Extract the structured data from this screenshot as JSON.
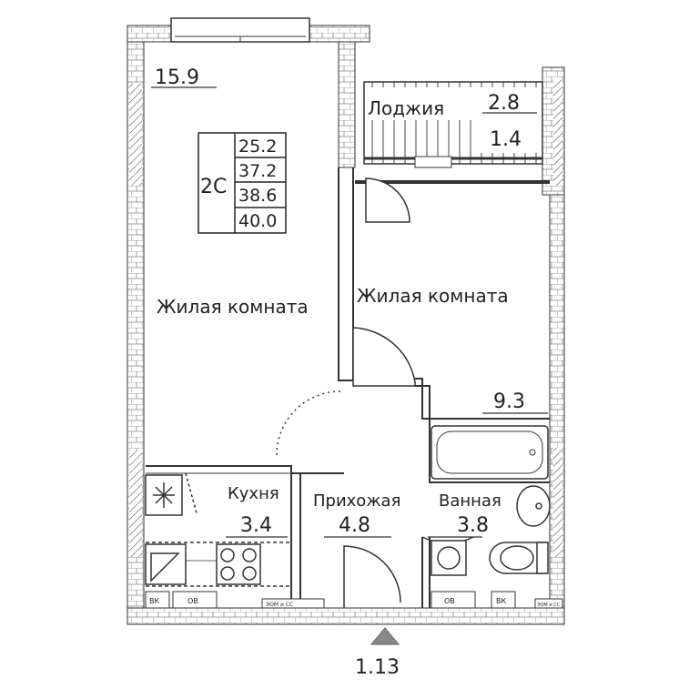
{
  "plan": {
    "area_top_left": "15.9",
    "loggia_label": "Лоджия",
    "loggia_area_1": "2.8",
    "loggia_area_2": "1.4",
    "type": "2С",
    "areas": [
      "25.2",
      "37.2",
      "38.6",
      "40.0"
    ],
    "living_room_1": "Жилая комната",
    "living_room_2": "Жилая комната",
    "area_right_room": "9.3",
    "kitchen_label": "Кухня",
    "kitchen_area": "3.4",
    "hall_label": "Прихожая",
    "hall_area": "4.8",
    "bath_label": "Ванная",
    "bath_area": "3.8",
    "floor_code": "1.13",
    "meter_labels": [
      "ВК",
      "ОВ",
      "ОВ",
      "ВК"
    ],
    "panel_labels": [
      "ЭОМ и СС",
      "ЭОМ и СС"
    ]
  }
}
